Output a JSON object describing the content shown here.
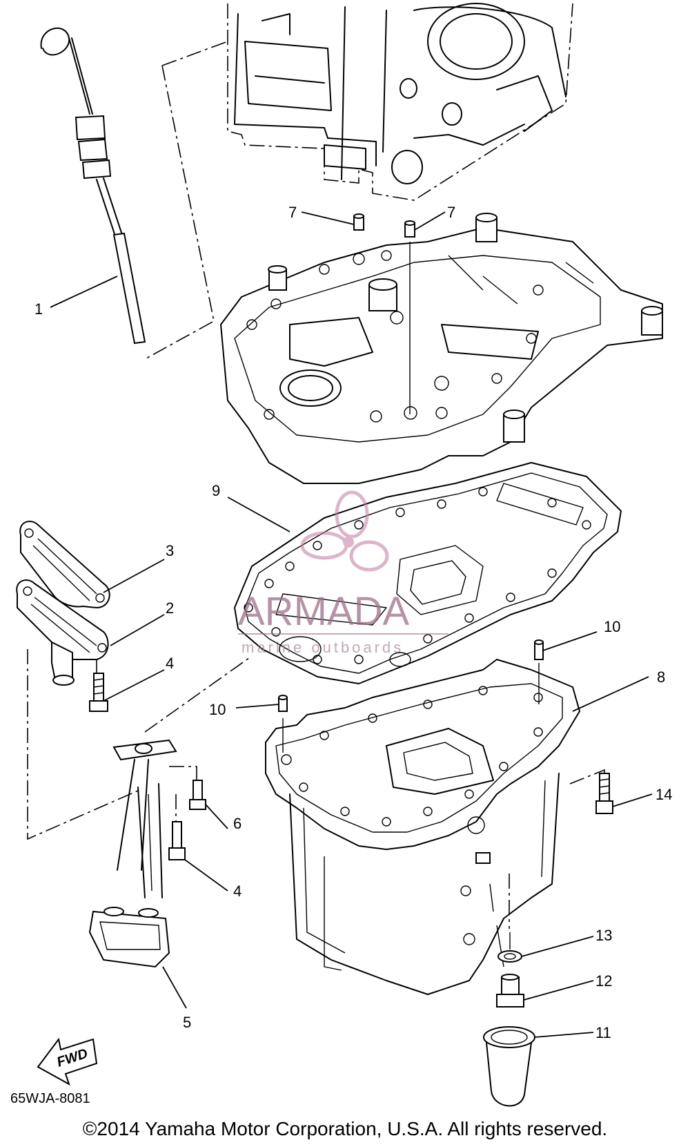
{
  "callouts": {
    "p1": "1",
    "p2": "2",
    "p3": "3",
    "p4a": "4",
    "p4b": "4",
    "p5": "5",
    "p6": "6",
    "p7a": "7",
    "p7b": "7",
    "p8": "8",
    "p9": "9",
    "p10a": "10",
    "p10b": "10",
    "p11": "11",
    "p12": "12",
    "p13": "13",
    "p14": "14"
  },
  "fwd_label": "FWD",
  "watermark": {
    "brand": "ARMADA",
    "tagline": "marine outboards",
    "color": "#9c6f8a"
  },
  "diagram_code": "65WJA-8081",
  "copyright": "©2014 Yamaha Motor Corporation, U.S.A. All rights reserved."
}
